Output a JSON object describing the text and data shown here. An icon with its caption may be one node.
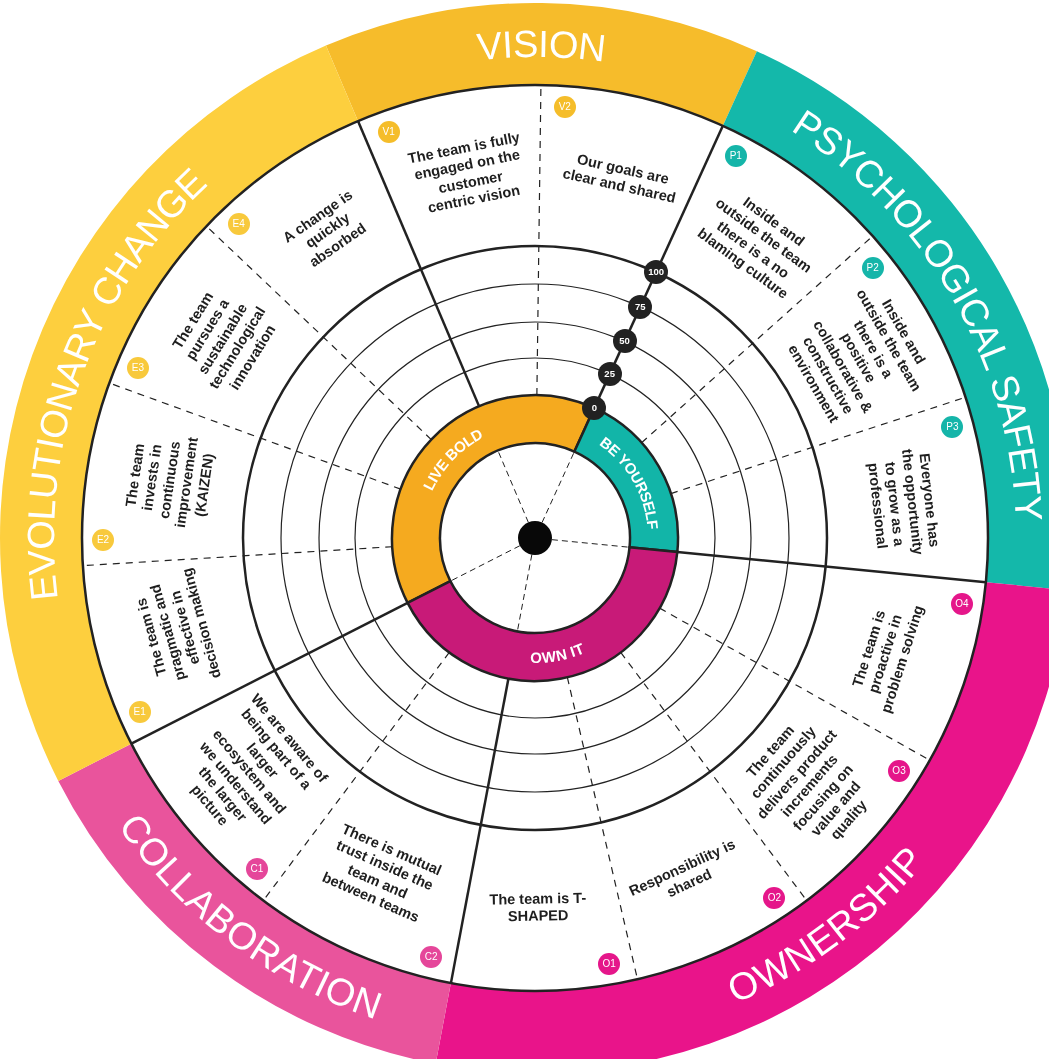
{
  "diagram": {
    "nodes": [
      {
        "text": [
          "VISION"
        ]
      },
      {
        "text": [
          "PSYCHOLOGICAL SAFETY"
        ]
      },
      {
        "text": [
          "OWNERSHIP"
        ]
      },
      {
        "text": [
          "COLLABORATION"
        ]
      },
      {
        "text": [
          "EVOLUTIONARY CHANGE"
        ]
      },
      {
        "text": [
          "The team is fully engaged on the customer centric vision"
        ]
      },
      {
        "text": [
          "V1"
        ]
      },
      {
        "text": [
          "Our goals are clear and shared"
        ]
      },
      {
        "text": [
          "V2"
        ]
      },
      {
        "text": [
          "Inside and outside the team there is a no blaming culture"
        ]
      },
      {
        "text": [
          "P1"
        ]
      },
      {
        "text": [
          "Inside and outside the team there is a positive collaborative & constructive environment"
        ]
      },
      {
        "text": [
          "P2"
        ]
      },
      {
        "text": [
          "Everyone has the opportunity to grow as a professional"
        ]
      },
      {
        "text": [
          "P3"
        ]
      },
      {
        "text": [
          "The team is proactive in problem solving"
        ]
      },
      {
        "text": [
          "O4"
        ]
      },
      {
        "text": [
          "The team continuously delivers product increments focusing on value and quality"
        ]
      },
      {
        "text": [
          "O3"
        ]
      },
      {
        "text": [
          "Responsibility is shared"
        ]
      },
      {
        "text": [
          "O2"
        ]
      },
      {
        "text": [
          "The team is T-SHAPED"
        ]
      },
      {
        "text": [
          "O1"
        ]
      },
      {
        "text": [
          "There is mutual trust inside the team and between teams"
        ]
      },
      {
        "text": [
          "C2"
        ]
      },
      {
        "text": [
          "We are aware of being part of a larger ecosystem and we understand the larger picture"
        ]
      },
      {
        "text": [
          "C1"
        ]
      },
      {
        "text": [
          "The team is pragmatic and effective in decision making"
        ]
      },
      {
        "text": [
          "E1"
        ]
      },
      {
        "text": [
          "The team invests in continuous improvement (KAIZEN)"
        ]
      },
      {
        "text": [
          "E2"
        ]
      },
      {
        "text": [
          "The team pursues a sustainable technological innovation"
        ]
      },
      {
        "text": [
          "E3"
        ]
      },
      {
        "text": [
          "A change is quickly absorbed"
        ]
      },
      {
        "text": [
          "E4"
        ]
      },
      {
        "text": [
          "LIVE BOLD"
        ]
      },
      {
        "text": [
          "BE YOURSELF"
        ]
      },
      {
        "text": [
          "OWN IT"
        ]
      },
      {
        "text": [
          "100"
        ]
      },
      {
        "text": [
          "75"
        ]
      },
      {
        "text": [
          "50"
        ]
      },
      {
        "text": [
          "25"
        ]
      },
      {
        "text": [
          "0"
        ]
      }
    ]
  }
}
